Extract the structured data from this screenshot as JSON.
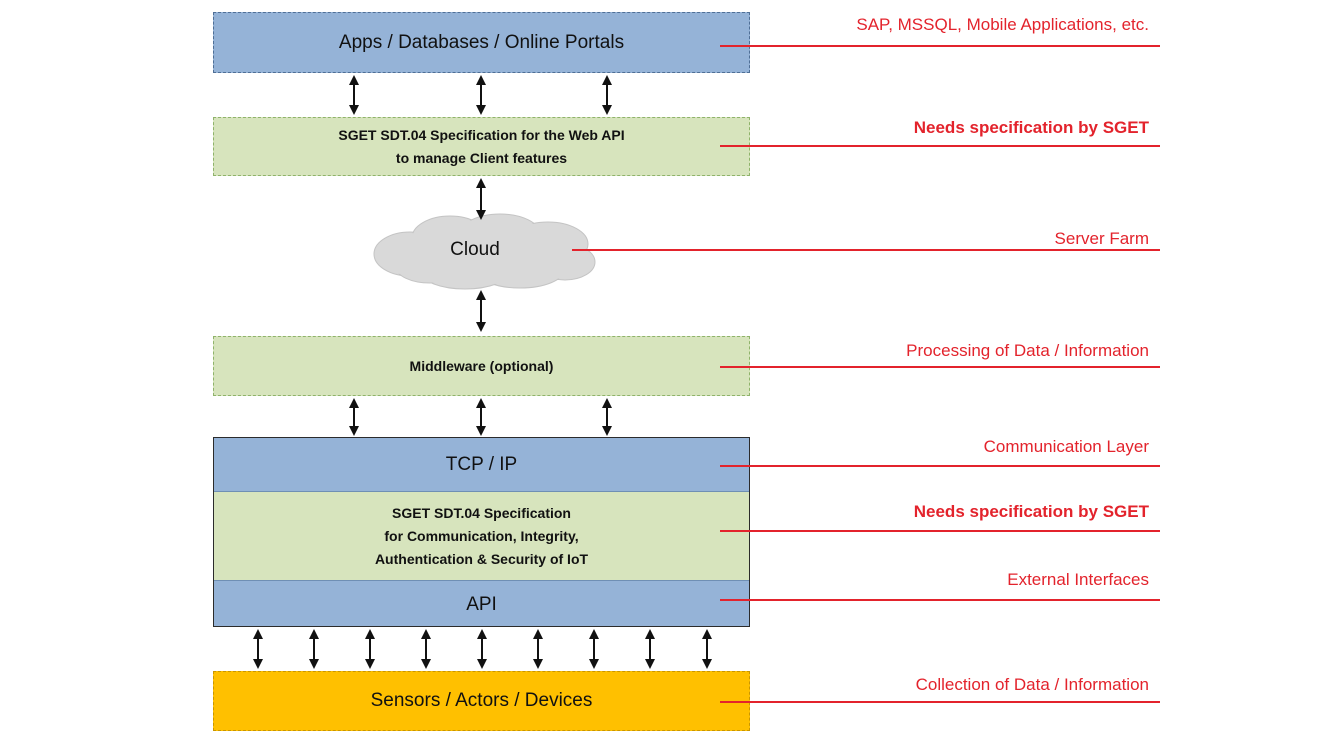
{
  "layers": {
    "apps": "Apps / Databases / Online Portals",
    "web_api": [
      "SGET SDT.04 Specification for the Web API",
      "to manage Client features"
    ],
    "cloud": "Cloud",
    "middleware": "Middleware (optional)",
    "tcp_ip": "TCP / IP",
    "spec_iot": [
      "SGET SDT.04 Specification",
      "for Communication, Integrity,",
      "Authentication & Security of IoT"
    ],
    "api": "API",
    "sensors": "Sensors / Actors / Devices"
  },
  "annotations": {
    "apps": "SAP, MSSQL, Mobile Applications, etc.",
    "web_api": "Needs specification by SGET",
    "cloud": "Server Farm",
    "middleware": "Processing of Data / Information",
    "tcp_ip": "Communication Layer",
    "spec_iot": "Needs specification by SGET",
    "api": "External Interfaces",
    "sensors": "Collection of Data / Information"
  },
  "colors": {
    "accent_red": "#e3232c",
    "blue_layer": "#95b3d7",
    "green_layer": "#d7e4bd",
    "yellow_layer": "#ffc000",
    "cloud": "#d9d9d9"
  }
}
